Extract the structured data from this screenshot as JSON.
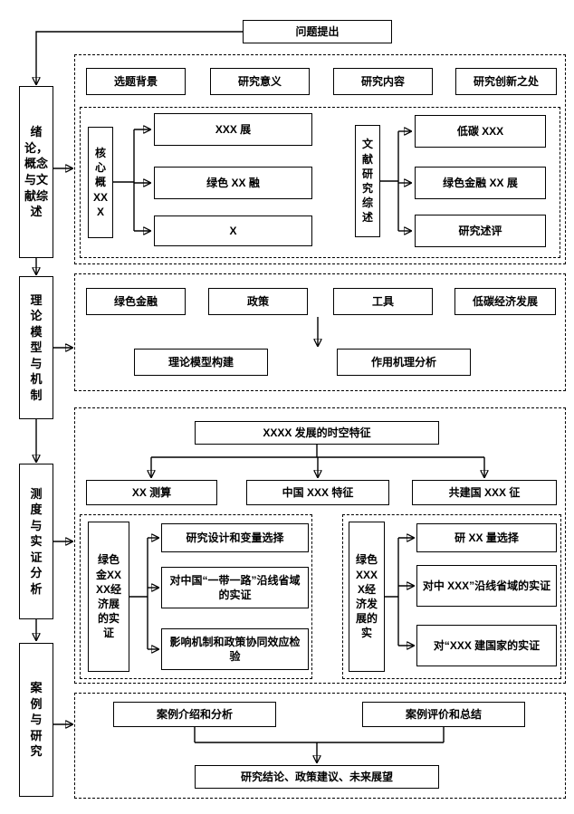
{
  "title_box": "问题提出",
  "chapters": [
    "绪论，概念与文献综述",
    "理论模型与机制",
    "测度与实证分析",
    "案例与研究"
  ],
  "section1": {
    "row": [
      "选题背景",
      "研究意义",
      "研究内容",
      "研究创新之处"
    ],
    "left": {
      "stem": "核心概XXX",
      "items": [
        "XXX 展",
        "绿色 XX 融",
        "X"
      ]
    },
    "right": {
      "stem": "文献研究综述",
      "items": [
        "低碳 XXX",
        "绿色金融 XX 展",
        "研究述评"
      ]
    }
  },
  "section2": {
    "row": [
      "绿色金融",
      "政策",
      "工具",
      "低碳经济发展"
    ],
    "bottom": [
      "理论模型构建",
      "作用机理分析"
    ]
  },
  "section3": {
    "top": "XXXX 发展的时空特征",
    "row": [
      "XX 测算",
      "中国 XXX 特征",
      "共建国 XXX 征"
    ],
    "left": {
      "stem": "绿色金XXXX经济展的实证",
      "items": [
        "研究设计和变量选择",
        "对中国“一带一路”沿线省域的实证",
        "影响机制和政策协同效应检验"
      ]
    },
    "right": {
      "stem": "绿色XXXX经济发展的实",
      "items": [
        "研 XX 量选择",
        "对中 XXX”沿线省域的实证",
        "对“XXX 建国家的实证"
      ]
    }
  },
  "section4": {
    "row": [
      "案例介绍和分析",
      "案例评价和总结"
    ],
    "bottom": "研究结论、政策建议、未来展望"
  }
}
